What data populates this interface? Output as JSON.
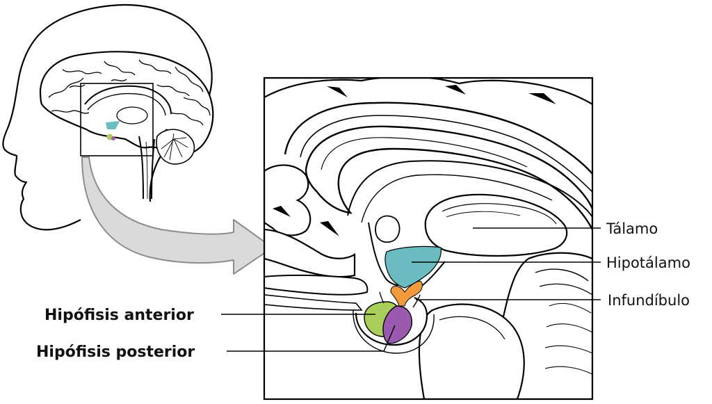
{
  "labels": {
    "thalamus": "Tálamo",
    "hypothalamus": "Hipotálamo",
    "infundibulum": "Infundíbulo",
    "anterior_pituitary": "Hipófisis anterior",
    "posterior_pituitary": "Hipófisis posterior"
  },
  "colors": {
    "hypothalamus": "#6bbcc1",
    "infundibulum": "#f39a3d",
    "anterior_pituitary": "#a9cf5a",
    "posterior_pituitary": "#9a5ab0",
    "outline": "#000000",
    "arrow_fill": "#d9dadb",
    "arrow_stroke": "#8c8c8c"
  }
}
